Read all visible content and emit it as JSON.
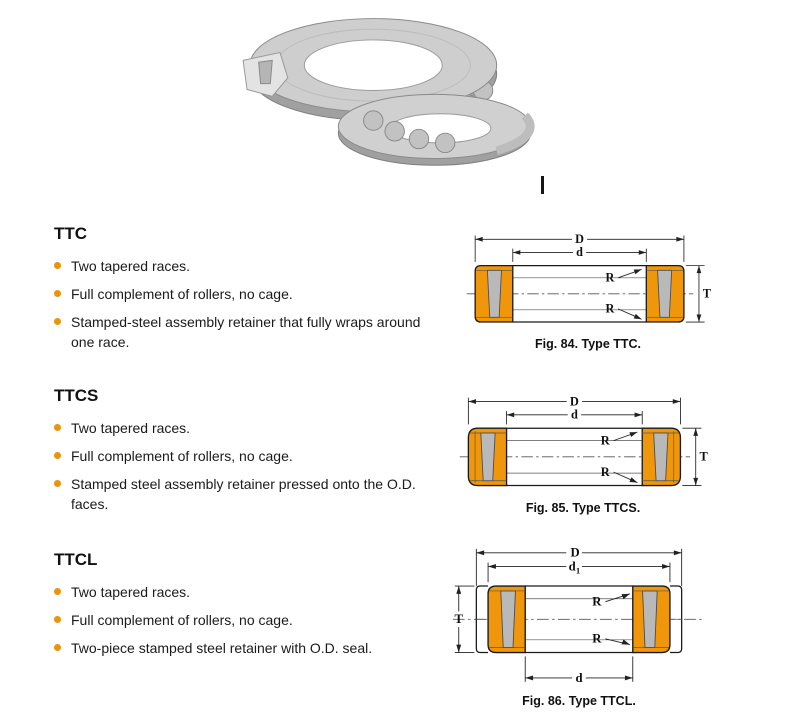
{
  "colors": {
    "accent_orange": "#E8950C",
    "race_fill": "#F0960B"
  },
  "sections": [
    {
      "heading": "TTC",
      "bullets": [
        "Two tapered races.",
        "Full complement of rollers, no cage.",
        "Stamped-steel assembly retainer that fully wraps around one race."
      ]
    },
    {
      "heading": "TTCS",
      "bullets": [
        "Two tapered races.",
        "Full complement of rollers, no cage.",
        "Stamped steel assembly retainer pressed onto the O.D. faces."
      ]
    },
    {
      "heading": "TTCL",
      "bullets": [
        "Two tapered races.",
        "Full complement of rollers, no cage.",
        "Two-piece stamped steel retainer with O.D. seal."
      ]
    }
  ],
  "figures": [
    {
      "caption": "Fig. 84. Type TTC.",
      "labels": {
        "D": "D",
        "d": "d",
        "R1": "R",
        "R2": "R",
        "T": "T"
      }
    },
    {
      "caption": "Fig. 85. Type TTCS.",
      "labels": {
        "D": "D",
        "d": "d",
        "R1": "R",
        "R2": "R",
        "T": "T"
      }
    },
    {
      "caption": "Fig. 86. Type TTCL.",
      "labels": {
        "D": "D",
        "d1main": "d",
        "d1sub": "1",
        "R1": "R",
        "R2": "R",
        "T": "T",
        "d": "d"
      }
    }
  ]
}
